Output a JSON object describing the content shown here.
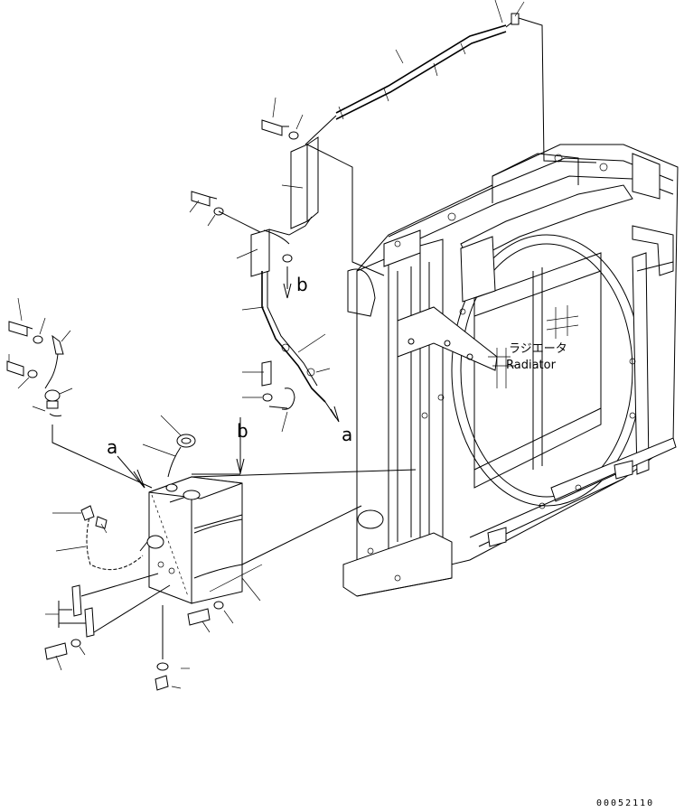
{
  "callouts": {
    "a_top": "a",
    "b_top": "b",
    "a_tank": "a",
    "b_tank": "b"
  },
  "radiator": {
    "jp": "ラジエータ",
    "en": "Radiator"
  },
  "drawing_code": "00052110"
}
